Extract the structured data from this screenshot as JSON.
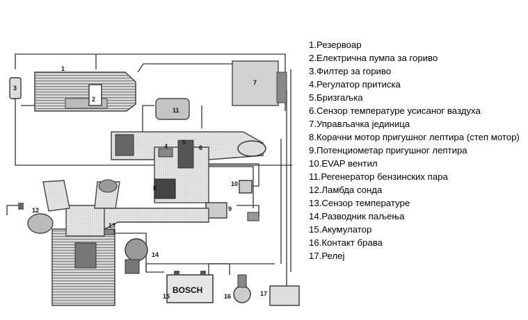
{
  "callouts": [
    "1",
    "2",
    "3",
    "4",
    "5",
    "6",
    "7",
    "8",
    "9",
    "10",
    "11",
    "12",
    "13",
    "14",
    "15",
    "16",
    "17"
  ],
  "battery_brand": "BOSCH",
  "legend": [
    "1.Резервоар",
    "2.Електрична пумпа за гориво",
    "3.Филтер за гориво",
    "4.Регулатор притиска",
    "5.Бризгаљка",
    "6.Сензор температуре усисаног ваздуха",
    "7.Управљачка јединица",
    "8.Корачни мотор пригушног лептира (степ мотор)",
    "9.Потенциометар пригушног лептира",
    "10.EVAP вентил",
    "11.Регенератор бензинских пара",
    "12.Ламбда сонда",
    "13.Сензор температуре",
    "14.Разводник паљења",
    "15.Акумулатор",
    "16.Контакт брава",
    "17.Релеј"
  ]
}
